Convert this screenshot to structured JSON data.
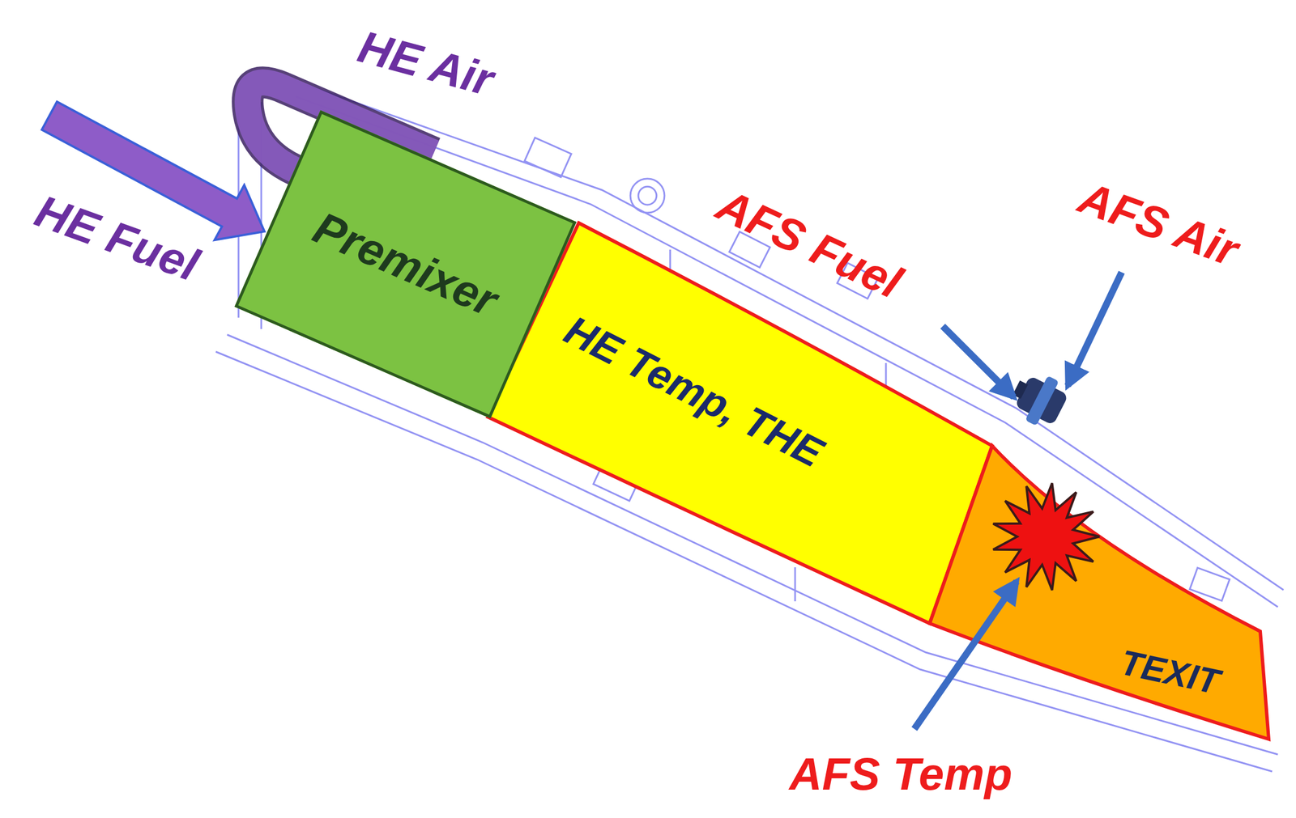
{
  "diagram": {
    "nodes": [
      {
        "text": [
          "Premixer"
        ]
      },
      {
        "text": [
          "HE Temp, THE"
        ]
      },
      {
        "text": [
          "TEXIT"
        ]
      }
    ],
    "labels": [
      "HE Air",
      "HE Fuel",
      "AFS Fuel",
      "AFS Air",
      "AFS Temp"
    ]
  }
}
